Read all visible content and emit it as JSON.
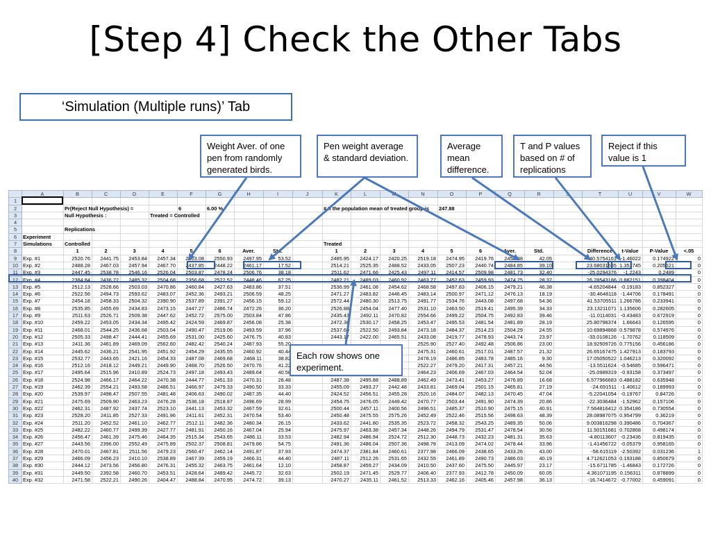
{
  "slide": {
    "title": "[Step 4] Check the Other Tabs",
    "tab_label": "‘Simulation (Multiple runs)’ Tab"
  },
  "callouts": {
    "c1": "Weight Aver. of one pen from randomly generated birds.",
    "c2": "Pen weight average & standard deviation.",
    "c3": "Average mean difference.",
    "c4": "T and P values based on # of replications",
    "c5": "Reject if this value is 1",
    "c6": "Each row shows one experiment."
  },
  "colors": {
    "callout_border": "#4a78b8",
    "arrow": "#4a78b8",
    "header_bg": "#dde6f3"
  },
  "sheet": {
    "columns": [
      "",
      "A",
      "B",
      "C",
      "D",
      "E",
      "F",
      "G",
      "H",
      "I",
      "J",
      "K",
      "L",
      "M",
      "N",
      "O",
      "P",
      "Q",
      "R",
      "S",
      "T",
      "U",
      "V",
      "W"
    ],
    "header_rows": [
      {
        "n": "1",
        "cells": [
          "",
          "",
          "",
          "",
          "",
          "",
          "",
          "",
          "",
          "",
          "",
          "",
          "",
          "",
          "",
          "",
          "",
          "",
          "",
          "",
          "",
          "",
          ""
        ]
      },
      {
        "n": "2",
        "cells": [
          "",
          "Pr(Reject Null Hypothesis) =",
          "",
          "",
          "",
          "6",
          "6.00 %",
          "",
          "",
          "",
          "# If the population mean of treated group is",
          "",
          "",
          "",
          "247.88",
          "",
          "",
          "",
          "",
          "",
          "",
          "",
          ""
        ]
      },
      {
        "n": "3",
        "cells": [
          "",
          "Null Hypothesis :",
          "",
          "",
          "Treated = Controlled",
          "",
          "",
          "",
          "",
          "",
          "",
          "",
          "",
          "",
          "",
          "",
          "",
          "",
          "",
          "",
          "",
          "",
          ""
        ]
      },
      {
        "n": "4",
        "cells": [
          "",
          "",
          "",
          "",
          "",
          "",
          "",
          "",
          "",
          "",
          "",
          "",
          "",
          "",
          "",
          "",
          "",
          "",
          "",
          "",
          "",
          "",
          ""
        ]
      },
      {
        "n": "5",
        "cells": [
          "",
          "Replications",
          "",
          "",
          "",
          "",
          "",
          "",
          "",
          "",
          "",
          "",
          "",
          "",
          "",
          "",
          "",
          "",
          "",
          "",
          "",
          "",
          ""
        ]
      },
      {
        "n": "6",
        "cells": [
          "Experiment",
          "",
          "",
          "",
          "",
          "",
          "",
          "",
          "",
          "",
          "",
          "",
          "",
          "",
          "",
          "",
          "",
          "",
          "",
          "",
          "",
          "",
          ""
        ]
      },
      {
        "n": "7",
        "cells": [
          "Simulations",
          "Controlled",
          "",
          "",
          "",
          "",
          "",
          "",
          "",
          "",
          "Treated",
          "",
          "",
          "",
          "",
          "",
          "",
          "",
          "",
          "",
          "",
          "",
          ""
        ]
      },
      {
        "n": "8",
        "cells": [
          "",
          "1",
          "2",
          "3",
          "4",
          "5",
          "6",
          "Aver.",
          "Std.",
          "",
          "1",
          "2",
          "3",
          "4",
          "5",
          "6",
          "Aver.",
          "Std.",
          "",
          "Difference",
          "t-Value",
          "P-Value",
          "<.05"
        ]
      }
    ],
    "rows": [
      [
        "Exp. #1",
        "2520.76",
        "2441.75",
        "2453.84",
        "2457.34",
        "2563.08",
        "2550.93",
        "2497.95",
        "53.52",
        "",
        "2485.95",
        "2424.17",
        "2420.25",
        "2519.18",
        "2474.95",
        "2419.76",
        "2457.38",
        "42.05",
        "",
        "-40.5754161",
        "-1.46022",
        "0.174922",
        "0"
      ],
      [
        "Exp. #2",
        "2488.28",
        "2467.03",
        "2457.94",
        "2467.70",
        "2437.85",
        "2448.22",
        "2461.17",
        "17.52",
        "",
        "2514.21",
        "2525.35",
        "2488.52",
        "2433.05",
        "2507.23",
        "2440.74",
        "2484.85",
        "39.10",
        "",
        "23.68031555",
        "1.353745",
        "0.205621",
        "0"
      ],
      [
        "Exp. #3",
        "2447.45",
        "2538.78",
        "2546.16",
        "2526.04",
        "2503.87",
        "2478.24",
        "2506.76",
        "38.18",
        "",
        "2511.62",
        "2471.66",
        "2425.43",
        "2497.11",
        "2414.57",
        "2509.98",
        "2481.73",
        "32.40",
        "",
        "-25.0294376",
        "-1.2243",
        "0.2489",
        "0"
      ],
      [
        "Exp. #4",
        "2384.84",
        "2436.72",
        "2485.32",
        "2504.68",
        "2356.68",
        "2522.52",
        "2448.46",
        "67.25",
        "",
        "2482.21",
        "2489.03",
        "2460.92",
        "2463.77",
        "2452.63",
        "2459.93",
        "2474.75",
        "28.37",
        "",
        "26.28543186",
        "0.882151",
        "0.398404",
        "0"
      ],
      [
        "Exp. #5",
        "2512.13",
        "2528.66",
        "2503.03",
        "2470.86",
        "2460.84",
        "2427.63",
        "2483.86",
        "37.51",
        "",
        "2536.99",
        "2461.08",
        "2454.62",
        "2468.58",
        "2497.83",
        "2406.15",
        "2479.21",
        "46.38",
        "",
        "-4.65204844",
        "-0.19183",
        "0.852327",
        "0"
      ],
      [
        "Exp. #6",
        "2522.56",
        "2494.73",
        "2593.62",
        "2483.07",
        "2452.36",
        "2493.21",
        "2506.59",
        "48.25",
        "",
        "2471.27",
        "2483.82",
        "2446.45",
        "2483.14",
        "2500.97",
        "2471.12",
        "2476.13",
        "18.19",
        "",
        "-30.4648118",
        "-1.44706",
        "0.178491",
        "0"
      ],
      [
        "Exp. #7",
        "2454.18",
        "2458.33",
        "2504.32",
        "2390.90",
        "2537.89",
        "2391.27",
        "2456.15",
        "59.12",
        "",
        "2572.44",
        "2480.30",
        "2513.75",
        "2491.77",
        "2534.76",
        "2443.08",
        "2497.68",
        "54.36",
        "",
        "41.53705511",
        "1.266786",
        "0.233941",
        "0"
      ],
      [
        "Exp. #8",
        "2535.85",
        "2455.69",
        "2434.83",
        "2473.15",
        "2447.27",
        "2486.74",
        "2472.26",
        "36.20",
        "",
        "2526.88",
        "2454.04",
        "2477.40",
        "2531.10",
        "2463.50",
        "2519.41",
        "2495.39",
        "34.33",
        "",
        "23.13211071",
        "1.135606",
        "0.282605",
        "0"
      ],
      [
        "Exp. #9",
        "2511.63",
        "2526.71",
        "2509.38",
        "2447.62",
        "2452.72",
        "2575.00",
        "2503.84",
        "47.86",
        "",
        "2435.43",
        "2492.11",
        "2470.82",
        "2554.66",
        "2499.22",
        "2504.75",
        "2492.83",
        "39.46",
        "",
        "-11.0114031",
        "-0.43483",
        "0.672919",
        "0"
      ],
      [
        "Exp. #10",
        "2459.22",
        "2453.05",
        "2434.34",
        "2495.42",
        "2424.59",
        "2469.87",
        "2456.08",
        "25.38",
        "",
        "2472.38",
        "2530.17",
        "2458.25",
        "2453.47",
        "2495.53",
        "2481.54",
        "2481.89",
        "28.19",
        "",
        "25.80798374",
        "1.66643",
        "0.126595",
        "0"
      ],
      [
        "Exp. #11",
        "2468.01",
        "2544.25",
        "2436.68",
        "2503.04",
        "2490.47",
        "2519.06",
        "2493.59",
        "37.96",
        "",
        "2537.60",
        "2522.50",
        "2493.84",
        "2473.18",
        "2484.37",
        "2514.23",
        "2504.29",
        "24.55",
        "",
        "10.69894868",
        "0.579878",
        "0.574976",
        "0"
      ],
      [
        "Exp. #12",
        "2505.33",
        "2498.47",
        "2444.41",
        "2455.69",
        "2531.00",
        "2425.60",
        "2476.75",
        "40.83",
        "",
        "2443.17",
        "2422.00",
        "2465.51",
        "2433.08",
        "2419.77",
        "2478.93",
        "2443.74",
        "23.97",
        "",
        "-33.0108126",
        "-1.70762",
        "0.118509",
        "0"
      ],
      [
        "Exp. #13",
        "2411.36",
        "2461.89",
        "2469.09",
        "2562.60",
        "2482.42",
        "2540.24",
        "2487.93",
        "55.20",
        "",
        "",
        "",
        "",
        "2525.90",
        "2527.40",
        "2492.48",
        "2506.86",
        "23.00",
        "",
        "18.92509726",
        "0.775156",
        "0.456186",
        "0"
      ],
      [
        "Exp. #14",
        "2445.62",
        "2436.21",
        "2541.95",
        "2451.92",
        "2454.29",
        "2435.55",
        "2460.92",
        "40.44",
        "",
        "",
        "",
        "",
        "2475.31",
        "2460.61",
        "2517.01",
        "2487.57",
        "21.32",
        "",
        "26.65167475",
        "1.427913",
        "0.183793",
        "0"
      ],
      [
        "Exp. #15",
        "2532.77",
        "2443.65",
        "2421.16",
        "2454.33",
        "2487.08",
        "2469.68",
        "2468.11",
        "38.82",
        "",
        "",
        "",
        "",
        "2478.19",
        "2486.85",
        "2483.78",
        "2485.16",
        "9.30",
        "",
        "17.05050522",
        "1.046213",
        "0.320092",
        "0"
      ],
      [
        "Exp. #16",
        "2512.16",
        "2418.12",
        "2449.21",
        "2449.90",
        "2468.70",
        "2526.50",
        "2470.76",
        "41.22",
        "",
        "",
        "",
        "",
        "2522.27",
        "2479.20",
        "2417.31",
        "2457.21",
        "44.56",
        "",
        "-13.5511624",
        "-0.54685",
        "0.596471",
        "0"
      ],
      [
        "Exp. #17",
        "2495.64",
        "2515.96",
        "2410.89",
        "2524.73",
        "2497.18",
        "2493.43",
        "2489.64",
        "40.58",
        "",
        "",
        "",
        "",
        "2464.23",
        "2406.69",
        "2467.03",
        "2464.54",
        "52.04",
        "",
        "-25.0989319",
        "-0.93158",
        "0.373497",
        "0"
      ],
      [
        "Exp. #18",
        "2524.98",
        "2466.17",
        "2464.22",
        "2470.38",
        "2444.77",
        "2451.33",
        "2470.31",
        "28.48",
        "",
        "2487.38",
        "2495.88",
        "2488.89",
        "2462.49",
        "2473.41",
        "2453.27",
        "2476.89",
        "16.68",
        "",
        "6.577966683",
        "0.488182",
        "0.635948",
        "0"
      ],
      [
        "Exp. #19",
        "2462.39",
        "2554.21",
        "2493.58",
        "2486.51",
        "2466.97",
        "2479.33",
        "2490.50",
        "33.33",
        "",
        "2455.09",
        "2493.27",
        "2442.48",
        "2433.81",
        "2469.04",
        "2501.15",
        "2465.81",
        "27.19",
        "",
        "-24.691511",
        "-1.40612",
        "0.189993",
        "0"
      ],
      [
        "Exp. #20",
        "2539.97",
        "2498.47",
        "2507.55",
        "2481.48",
        "2406.63",
        "2490.02",
        "2487.35",
        "44.40",
        "",
        "2424.52",
        "2456.51",
        "2455.28",
        "2520.16",
        "2484.07",
        "2482.13",
        "2470.45",
        "47.04",
        "",
        "-5.22041054",
        "-0.19767",
        "0.84726",
        "0"
      ],
      [
        "Exp. #21",
        "2475.69",
        "2509.90",
        "2463.23",
        "2476.28",
        "2536.18",
        "2518.87",
        "2496.69",
        "28.99",
        "",
        "2454.75",
        "2476.05",
        "2449.42",
        "2470.77",
        "2503.44",
        "2491.90",
        "2474.39",
        "20.86",
        "",
        "-22.3036484",
        "-1.52962",
        "0.157106",
        "0"
      ],
      [
        "Exp. #22",
        "2462.31",
        "2487.92",
        "2437.74",
        "2523.10",
        "2441.13",
        "2453.32",
        "2467.59",
        "32.61",
        "",
        "2500.44",
        "2457.11",
        "2400.56",
        "2496.51",
        "2485.37",
        "2510.90",
        "2475.15",
        "40.91",
        "",
        "7.564816412",
        "0.354186",
        "0.730554",
        "0"
      ],
      [
        "Exp. #23",
        "2528.20",
        "2411.85",
        "2527.33",
        "2491.96",
        "2411.61",
        "2452.31",
        "2470.54",
        "53.40",
        "",
        "2450.48",
        "2475.55",
        "2575.26",
        "2452.49",
        "2522.46",
        "2515.56",
        "2498.63",
        "48.39",
        "",
        "28.08987075",
        "0.954799",
        "0.36219",
        "0"
      ],
      [
        "Exp. #24",
        "2511.20",
        "2452.52",
        "2461.10",
        "2462.77",
        "2512.11",
        "2482.36",
        "2480.34",
        "26.15",
        "",
        "2433.62",
        "2441.80",
        "2535.35",
        "2523.72",
        "2458.32",
        "2543.25",
        "2489.35",
        "50.06",
        "",
        "9.003816298",
        "0.390486",
        "0.704367",
        "0"
      ],
      [
        "Exp. #25",
        "2482.22",
        "2460.77",
        "2499.39",
        "2427.77",
        "2481.91",
        "2450.16",
        "2467.04",
        "25.94",
        "",
        "2475.97",
        "2463.38",
        "2457.34",
        "2448.26",
        "2494.79",
        "2531.47",
        "2478.54",
        "30.56",
        "",
        "11.50151681",
        "0.702868",
        "0.498174",
        "0"
      ],
      [
        "Exp. #26",
        "2456.47",
        "2461.39",
        "2475.46",
        "2464.35",
        "2515.34",
        "2543.65",
        "2486.11",
        "33.53",
        "",
        "2482.94",
        "2486.94",
        "2524.72",
        "2512.30",
        "2448.73",
        "2432.23",
        "2481.31",
        "35.63",
        "",
        "-4.80113607",
        "-0.23436",
        "0.819435",
        "0"
      ],
      [
        "Exp. #27",
        "2443.56",
        "2396.00",
        "2552.49",
        "2475.89",
        "2502.37",
        "2508.81",
        "2479.86",
        "54.75",
        "",
        "2491.36",
        "2486.04",
        "2507.36",
        "2498.78",
        "2413.09",
        "2474.02",
        "2478.44",
        "33.96",
        "",
        "-1.41456722",
        "-0.05379",
        "0.958165",
        "0"
      ],
      [
        "Exp. #28",
        "2470.01",
        "2467.81",
        "2511.56",
        "2479.23",
        "2560.47",
        "2462.14",
        "2491.87",
        "37.93",
        "",
        "2474.37",
        "2381.84",
        "2460.61",
        "2377.98",
        "2466.09",
        "2438.65",
        "2433.26",
        "43.00",
        "",
        "-58.615119",
        "-2.50392",
        "0.031236",
        "1"
      ],
      [
        "Exp. #29",
        "2466.09",
        "2456.23",
        "2410.10",
        "2538.89",
        "2467.39",
        "2459.19",
        "2466.31",
        "44.40",
        "",
        "2487.11",
        "2512.26",
        "2531.65",
        "2432.55",
        "2461.89",
        "2490.73",
        "2486.03",
        "40.19",
        "",
        "4.712621053",
        "0.193188",
        "0.850679",
        "0"
      ],
      [
        "Exp. #30",
        "2444.12",
        "2473.56",
        "2456.80",
        "2476.31",
        "2455.32",
        "2463.75",
        "2461.64",
        "12.10",
        "",
        "2458.87",
        "2459.27",
        "2434.09",
        "2410.50",
        "2437.60",
        "2475.50",
        "2445.97",
        "23.17",
        "",
        "-15.6711785",
        "-1.46843",
        "0.172726",
        "0"
      ],
      [
        "Exp. #31",
        "2449.50",
        "2392.58",
        "2460.70",
        "2453.51",
        "2428.64",
        "2489.42",
        "2445.72",
        "32.63",
        "",
        "2502.19",
        "2471.45",
        "2529.77",
        "2406.40",
        "2377.93",
        "2412.78",
        "2450.09",
        "60.05",
        "",
        "4.361071195",
        "0.156311",
        "0.878899",
        "0"
      ],
      [
        "Exp. #32",
        "2471.58",
        "2522.21",
        "2490.26",
        "2404.47",
        "2488.84",
        "2470.95",
        "2474.72",
        "39.13",
        "",
        "2470.27",
        "2435.11",
        "2461.52",
        "2513.33",
        "2462.16",
        "2405.46",
        "2457.98",
        "36.13",
        "",
        "-16.7414672",
        "-0.77002",
        "0.459091",
        "0"
      ]
    ]
  }
}
